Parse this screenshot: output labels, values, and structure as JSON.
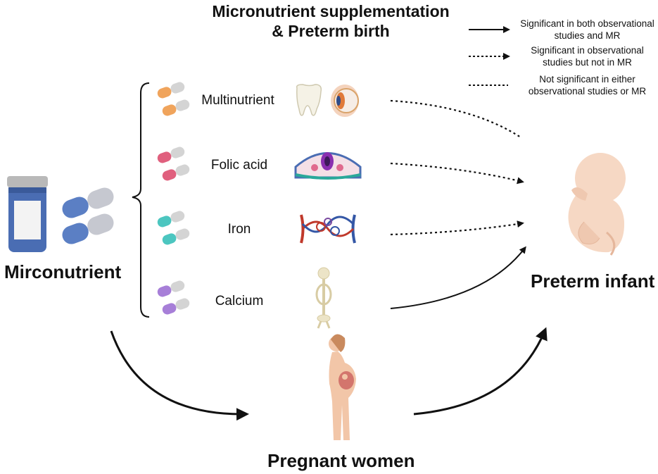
{
  "title": {
    "line1": "Micronutrient supplementation",
    "line2": "& Preterm birth"
  },
  "legend": [
    {
      "style": "solid",
      "text": "Significant in both observational studies and MR"
    },
    {
      "style": "dotted-arrow",
      "text": "Significant in observational studies but not in MR"
    },
    {
      "style": "dotted",
      "text": "Not significant in either observational studies or MR"
    }
  ],
  "source_label": "Mirconutrient",
  "nutrients": [
    {
      "name": "Multinutrient",
      "color": "#f0a45c",
      "icon": "tooth-and-eye-icon",
      "effect": "dotted"
    },
    {
      "name": "Folic acid",
      "color": "#e0607e",
      "icon": "neural-tube-icon",
      "effect": "dotted-arrow"
    },
    {
      "name": "Iron",
      "color": "#4cc6c0",
      "icon": "blood-vessels-icon",
      "effect": "dotted-arrow"
    },
    {
      "name": "Calcium",
      "color": "#a77fd8",
      "icon": "skeleton-icon",
      "effect": "solid"
    }
  ],
  "pregnant_label": "Pregnant women",
  "outcome_label": "Preterm infant",
  "colors": {
    "pill_blue": "#5b7fc4",
    "bottle_blue": "#4a6db3",
    "skin": "#f2c6a8"
  }
}
